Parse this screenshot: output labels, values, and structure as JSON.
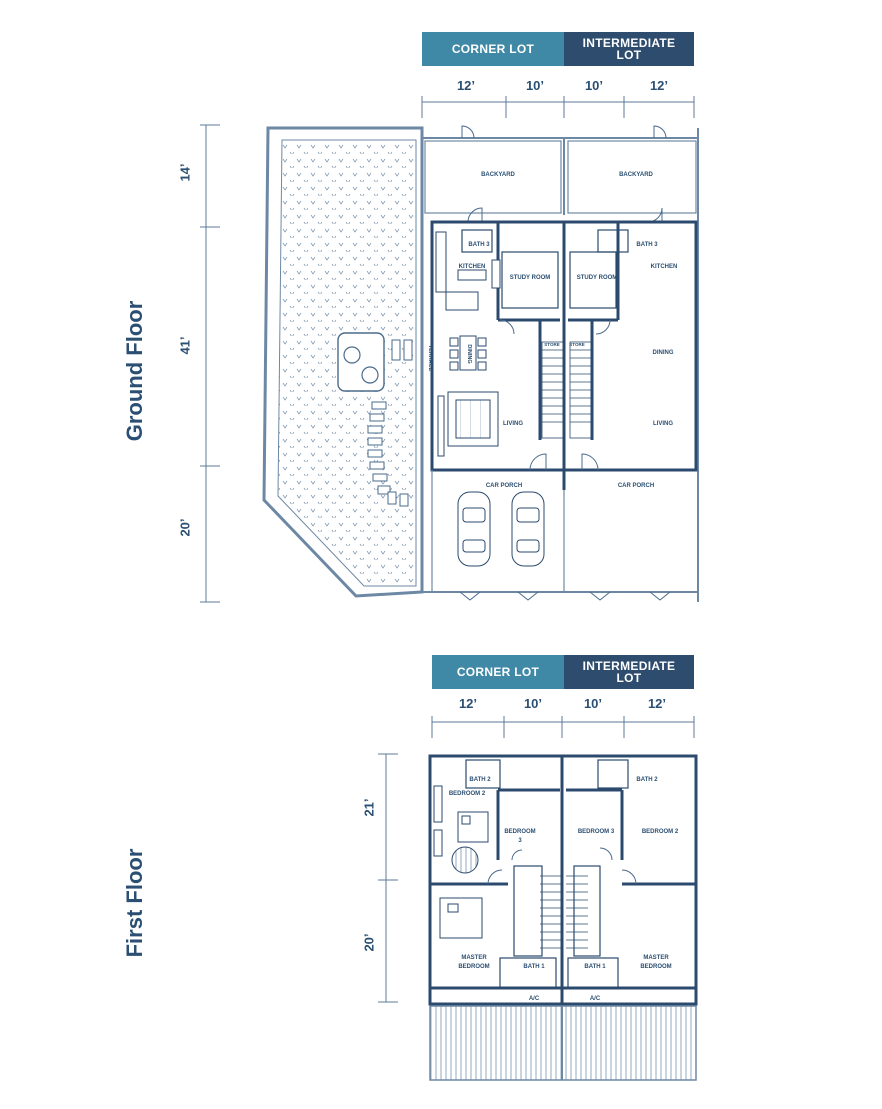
{
  "ground_floor": {
    "title": "Ground Floor",
    "lot_header": {
      "corner": "CORNER LOT",
      "intermediate": "INTERMEDIATE LOT"
    },
    "width_dims": [
      "12’",
      "10’",
      "10’",
      "12’"
    ],
    "depth_dims": [
      "14’",
      "41’",
      "20’"
    ],
    "rooms": {
      "backyard_left": "BACKYARD",
      "backyard_right": "BACKYARD",
      "bath3_left": "BATH 3",
      "bath3_right": "BATH 3",
      "kitchen_left": "KITCHEN",
      "kitchen_right": "KITCHEN",
      "study_left": "STUDY ROOM",
      "study_right": "STUDY ROOM",
      "dining_left": "DINING",
      "dining_right": "DINING",
      "terrace": "TERRACE",
      "store_left": "STORE",
      "store_right": "STORE",
      "living_left": "LIVING",
      "living_right": "LIVING",
      "porch_left": "CAR PORCH",
      "porch_right": "CAR PORCH"
    }
  },
  "first_floor": {
    "title": "First Floor",
    "lot_header": {
      "corner": "CORNER LOT",
      "intermediate": "INTERMEDIATE LOT"
    },
    "width_dims": [
      "12’",
      "10’",
      "10’",
      "12’"
    ],
    "depth_dims": [
      "21’",
      "20’"
    ],
    "rooms": {
      "bath2_left": "BATH 2",
      "bath2_right": "BATH 2",
      "bedroom2_left": "BEDROOM 2",
      "bedroom2_right": "BEDROOM 2",
      "bedroom3_left_a": "BEDROOM",
      "bedroom3_left_b": "3",
      "bedroom3_right": "BEDROOM 3",
      "master_left_a": "MASTER",
      "master_left_b": "BEDROOM",
      "master_right_a": "MASTER",
      "master_right_b": "BEDROOM",
      "bath1_left": "BATH 1",
      "bath1_right": "BATH 1",
      "ac_left": "A/C",
      "ac_right": "A/C"
    }
  },
  "colors": {
    "corner": "#3f88a6",
    "intermediate": "#2e4c6e",
    "wall": "#2b4a6d",
    "line": "#5c7a99"
  }
}
